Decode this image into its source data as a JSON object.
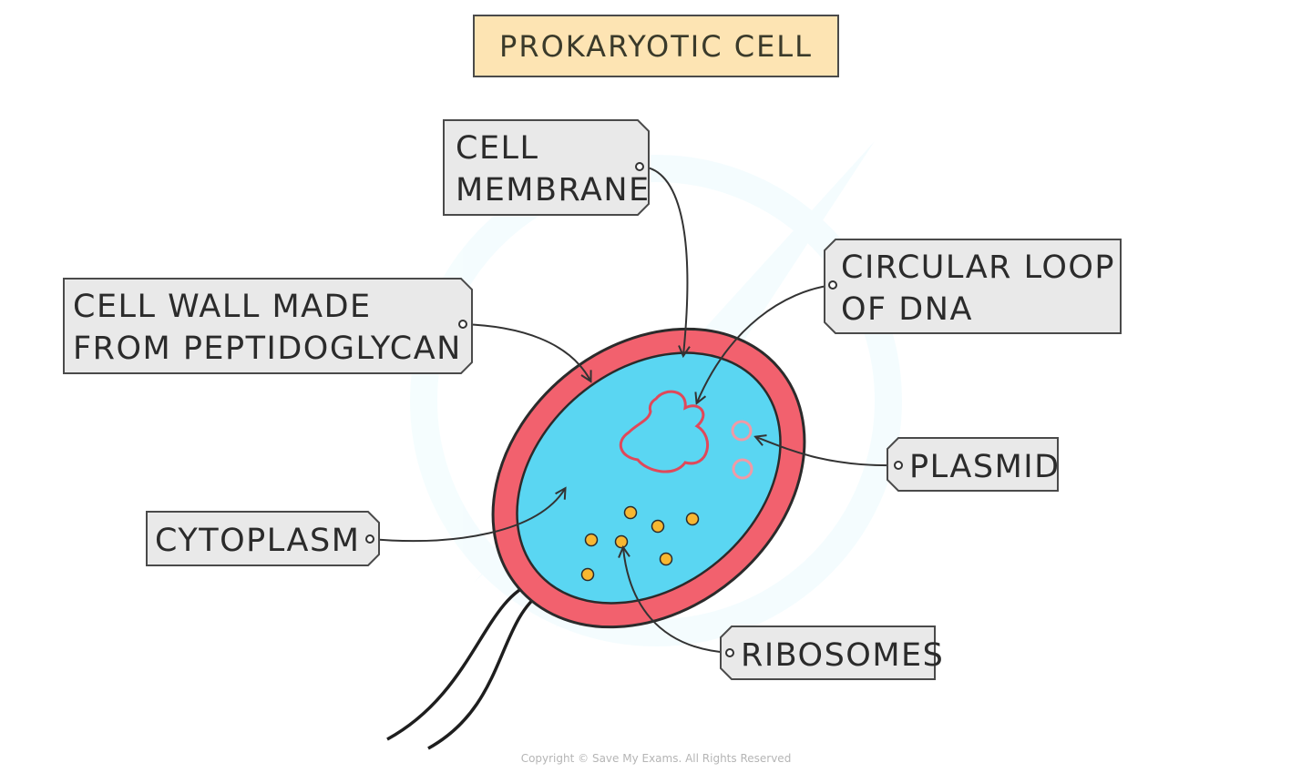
{
  "title": "PROKARYOTIC CELL",
  "labels": {
    "cell_membrane": [
      "CELL",
      "MEMBRANE"
    ],
    "cell_wall": [
      "CELL  WALL  MADE",
      "FROM  PEPTIDOGLYCAN"
    ],
    "dna": [
      "CIRCULAR  LOOP",
      "OF  DNA"
    ],
    "plasmid": "PLASMID",
    "cytoplasm": "CYTOPLASM",
    "ribosomes": "RIBOSOMES"
  },
  "copyright": "Copyright © Save My Exams. All Rights Reserved",
  "colors": {
    "cell_wall": "#f2616e",
    "cytoplasm": "#5ad6f2",
    "dna": "#e0485a",
    "plasmid": "#f09aa6",
    "ribosome": "#f7b731",
    "title_bg": "#fde4b3",
    "label_bg": "#e9e9e9"
  }
}
